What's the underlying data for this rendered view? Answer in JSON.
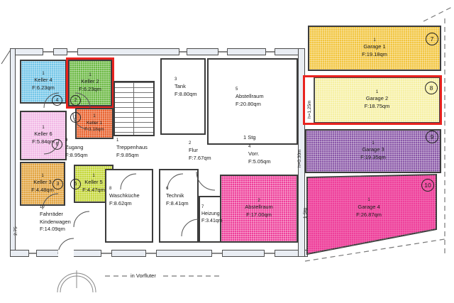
{
  "plan": {
    "rooms": {
      "keller4": {
        "num": "1",
        "name": "Keller 4",
        "area": "F:6.23qm",
        "color": "#74c6e8"
      },
      "keller2": {
        "num": "1",
        "name": "Keller 2",
        "area": "F:6.23qm",
        "color": "#6cb944"
      },
      "keller6": {
        "num": "1",
        "name": "Keller 6",
        "area": "F:5.84qm",
        "color": "#f2b9e6"
      },
      "keller1": {
        "num": "1",
        "name": "Keller 1",
        "area": "F:3.18qm",
        "color": "#e85f2a"
      },
      "keller3": {
        "num": "1",
        "name": "Keller 3",
        "area": "F:4.48qm",
        "color": "#e2a33e"
      },
      "keller5": {
        "num": "1",
        "name": "Keller 5",
        "area": "F:4.47qm",
        "color": "#c5d739"
      },
      "zugang": {
        "num": "9",
        "name": "Zugang",
        "area": "F:8.95qm"
      },
      "treppenhaus": {
        "num": "1",
        "name": "Treppenhaus",
        "area": "F:9.85qm"
      },
      "tank": {
        "num": "3",
        "name": "Tank",
        "area": "F:8.80qm"
      },
      "abstellraum_5": {
        "num": "5",
        "name": "Abstellraum",
        "area": "F:20.80qm"
      },
      "flur": {
        "num": "2",
        "name": "Flur",
        "area": "F:7.67qm"
      },
      "vorraum": {
        "num": "4",
        "name": "Vorr.",
        "area": "F:5.05qm"
      },
      "waschkueche": {
        "num": "8",
        "name": "Waschküche",
        "area": "F:8.62qm"
      },
      "technik": {
        "num": "6",
        "name": "Technik",
        "area": "F:8.41qm"
      },
      "heizung": {
        "num": "7",
        "name": "Heizung",
        "area": "F:3.41qm"
      },
      "abstellraum_2": {
        "num": "2",
        "name": "Abstellraum",
        "area": "F:17.00qm",
        "color": "#ee3f9a"
      },
      "fahrraeder": {
        "num": "10",
        "name": "Fahrräder",
        "name2": "Kinderwagen",
        "area": "F:14.09qm"
      },
      "garage1": {
        "num": "1",
        "name": "Garage 1",
        "area": "F:19.18qm",
        "color": "#f2c53d",
        "badge": "7"
      },
      "garage2": {
        "num": "1",
        "name": "Garage 2",
        "area": "F:18.75qm",
        "color": "#f6f0a2",
        "badge": "8"
      },
      "garage3": {
        "num": "1",
        "name": "Garage 3",
        "area": "F:19.35qm",
        "color": "#8a58a8",
        "badge": "9"
      },
      "garage4": {
        "num": "1",
        "name": "Garage 4",
        "area": "F:26.87qm",
        "color": "#ee3f9a",
        "badge": "10"
      }
    },
    "badges": {
      "b1": "1",
      "b2": "2",
      "b3": "3",
      "b4": "4",
      "b5": "5",
      "b6": "6"
    },
    "annotations": {
      "stg_vorr": "1 Stg",
      "stg_garage4": "1 Stg",
      "h125": "h=1,25m",
      "h030": "h=0.30m",
      "dim275": "2.75",
      "vorfluter": "in Vorfluter"
    },
    "highlight_color": "#e8231f"
  }
}
